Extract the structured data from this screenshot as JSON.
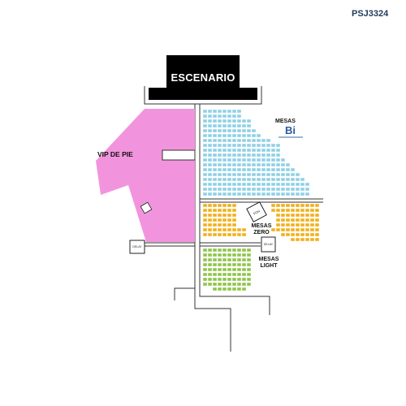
{
  "header": {
    "code": "PSJ3324"
  },
  "stage": {
    "label": "ESCENARIO",
    "color": "#000000"
  },
  "zones": {
    "vip": {
      "label": "VIP DE PIE",
      "color": "#f294dd"
    },
    "mesas_bi": {
      "label": "MESAS",
      "logo": "Bi",
      "color": "#8fd0e6"
    },
    "mesas_zero": {
      "label": "MESAS\nZERO",
      "color": "#f2b019"
    },
    "mesas_light": {
      "label": "MESAS\nLIGHT",
      "color": "#8fc54b"
    }
  },
  "booths": {
    "foh": {
      "label": "FOH"
    },
    "delay_left": {
      "label": "DELAY"
    },
    "delay_right": {
      "label": "DELAY"
    }
  }
}
